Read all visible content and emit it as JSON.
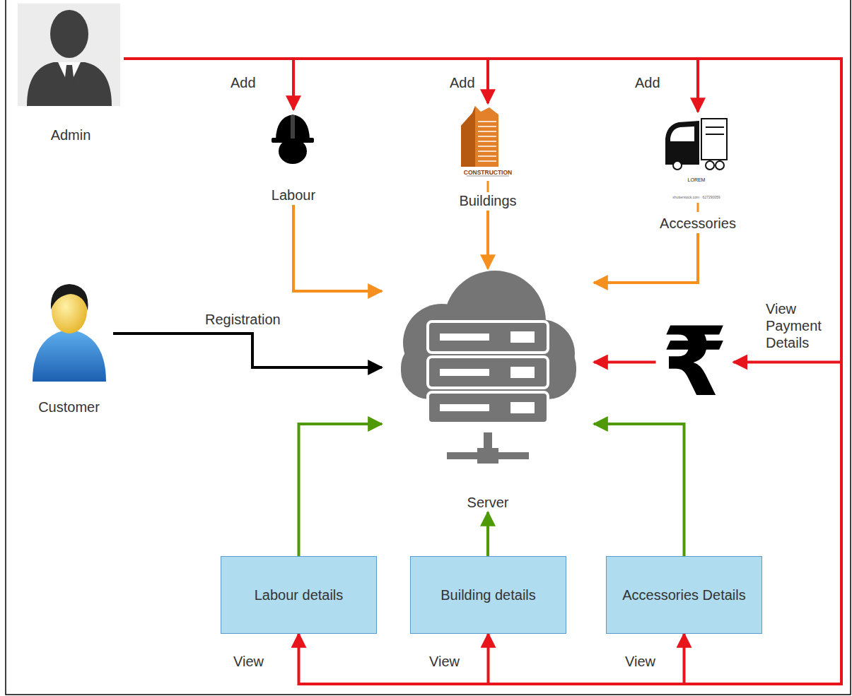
{
  "diagram": {
    "nodes": [
      {
        "text": [
          "Admin"
        ]
      },
      {
        "text": [
          "Labour"
        ]
      },
      {
        "text": [
          "Buildings"
        ]
      },
      {
        "text": [
          "Accessories"
        ]
      },
      {
        "text": [
          "Customer"
        ]
      },
      {
        "text": [
          "Server"
        ]
      },
      {
        "text": [
          "₹"
        ]
      },
      {
        "text": [
          "Labour details"
        ]
      },
      {
        "text": [
          "Building details"
        ]
      },
      {
        "text": [
          "Accessories Details"
        ]
      }
    ],
    "edges": [
      {
        "from": 0,
        "to": 1,
        "label": "Add",
        "arrow": "to"
      },
      {
        "from": 0,
        "to": 2,
        "label": "Add",
        "arrow": "to"
      },
      {
        "from": 0,
        "to": 3,
        "label": "Add",
        "arrow": "to"
      },
      {
        "from": 1,
        "to": 5,
        "arrow": "to"
      },
      {
        "from": 2,
        "to": 5,
        "arrow": "to"
      },
      {
        "from": 3,
        "to": 5,
        "arrow": "to"
      },
      {
        "from": 4,
        "to": 5,
        "label": "Registration",
        "arrow": "to"
      },
      {
        "from": 0,
        "to": 6,
        "label": "View Payment Details",
        "arrow": "to"
      },
      {
        "from": 6,
        "to": 5,
        "arrow": "to"
      },
      {
        "from": 0,
        "to": 7,
        "label": "View",
        "arrow": "to"
      },
      {
        "from": 0,
        "to": 8,
        "label": "View",
        "arrow": "to"
      },
      {
        "from": 0,
        "to": 9,
        "label": "View",
        "arrow": "to"
      },
      {
        "from": 7,
        "to": 5,
        "arrow": "to"
      },
      {
        "from": 8,
        "to": 5,
        "arrow": "to"
      },
      {
        "from": 9,
        "to": 5,
        "arrow": "to"
      }
    ],
    "labels": [
      "CONSTRUCTION",
      "LOREM",
      "shutterstock.com · 627290059"
    ]
  }
}
